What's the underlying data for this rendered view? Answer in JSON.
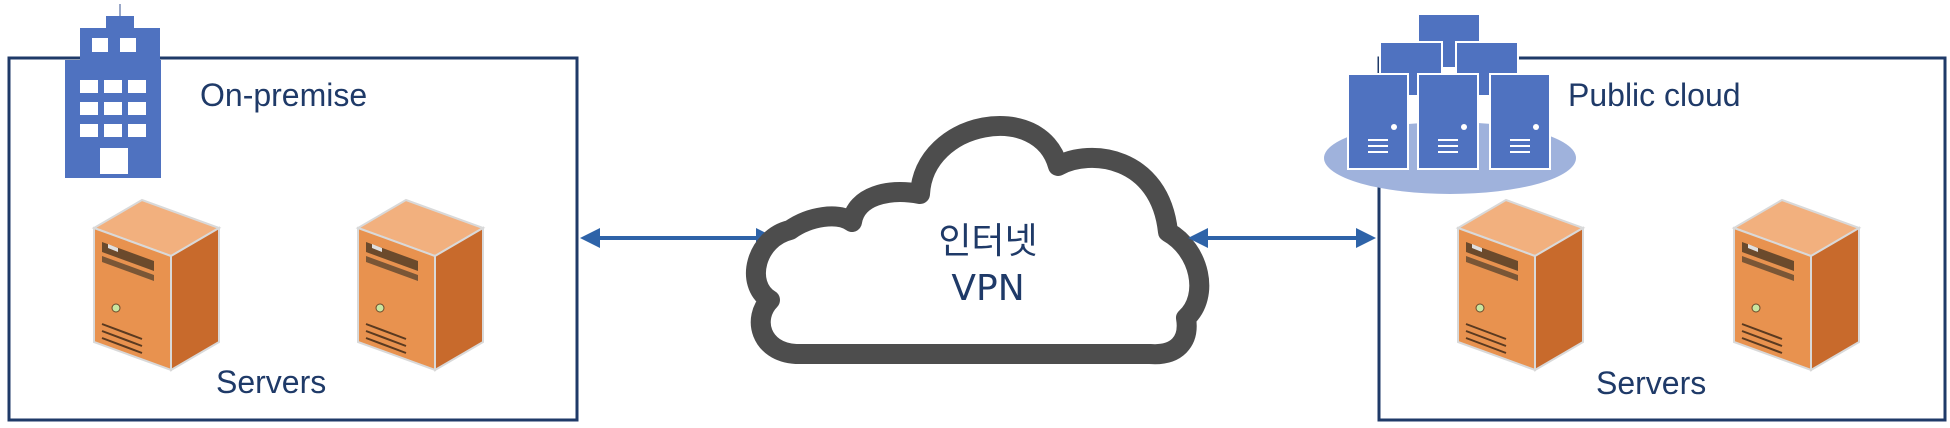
{
  "on_premise": {
    "title": "On-premise",
    "servers_label": "Servers"
  },
  "public_cloud": {
    "title": "Public cloud",
    "servers_label": "Servers"
  },
  "network": {
    "line1": "인터넷",
    "line2": "VPN"
  },
  "colors": {
    "box_border": "#1f3a68",
    "text": "#1f3a68",
    "building": "#4f72c0",
    "cloud_servers": "#4f72c0",
    "cloud_base": "#9fb2dc",
    "cloud_outline": "#4d4d4d",
    "arrow": "#2e63a8",
    "server_front": "#e8924f",
    "server_side": "#c86a2c",
    "server_top": "#f2b07e"
  },
  "icons": [
    "building-icon",
    "server-rack-icon",
    "server-icon",
    "cloud-icon",
    "double-arrow-icon"
  ]
}
